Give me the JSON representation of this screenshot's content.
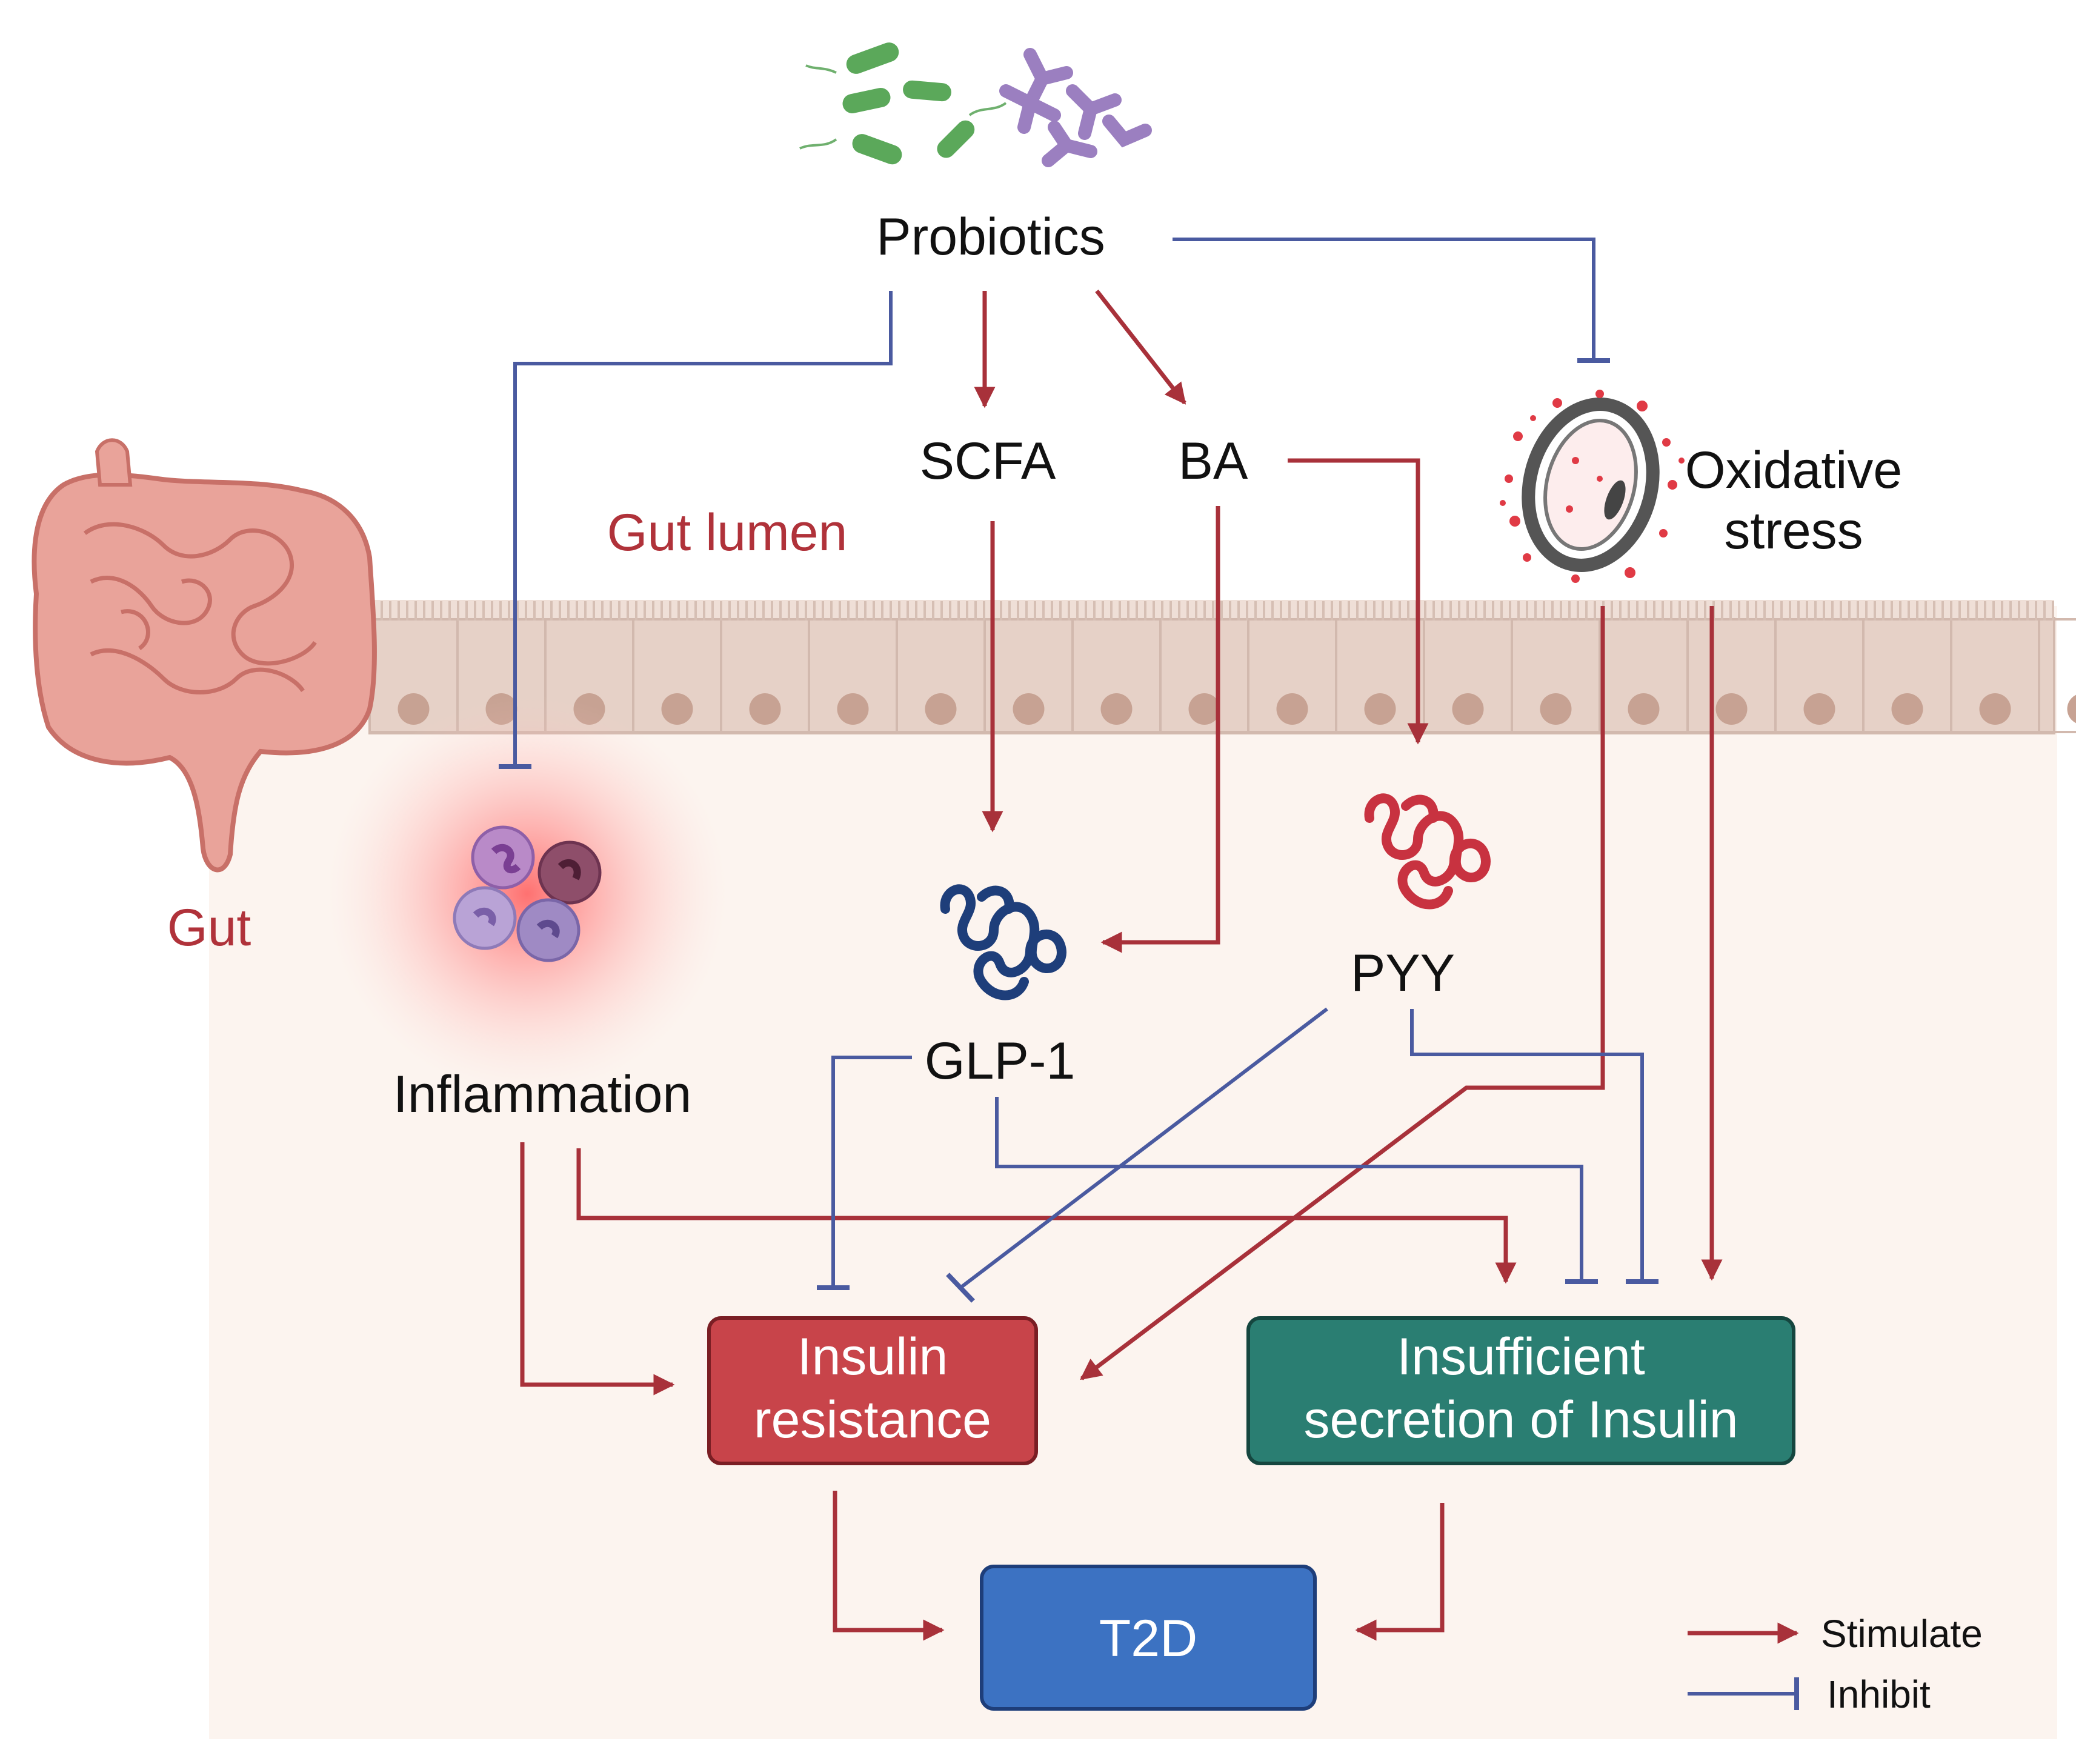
{
  "labels": {
    "probiotics": "Probiotics",
    "scfa": "SCFA",
    "ba": "BA",
    "oxidative_line1": "Oxidative",
    "oxidative_line2": "stress",
    "gut_lumen": "Gut lumen",
    "gut": "Gut",
    "inflammation": "Inflammation",
    "glp1": "GLP-1",
    "pyy": "PYY"
  },
  "boxes": {
    "insulin_resistance": {
      "line1": "Insulin",
      "line2": "resistance"
    },
    "insufficient_secretion": {
      "line1": "Insufficient",
      "line2": "secretion of Insulin"
    },
    "t2d": {
      "label": "T2D"
    }
  },
  "legend": {
    "stimulate": "Stimulate",
    "inhibit": "Inhibit"
  },
  "colors": {
    "stimulate": "#A8313A",
    "inhibit": "#4A5AA0",
    "insulin_resistance_box": "#C8444A",
    "insufficient_secretion_box": "#2A7E72",
    "t2d_box": "#3C72C2",
    "label_red": "#B0323A",
    "tissue_bg": "#FCF4EF",
    "epithelium": "#E6D1C7"
  },
  "icons": [
    "bacteria-icon",
    "intestine-icon",
    "oxidized-cell-icon",
    "immune-cells-icon",
    "glp1-peptide-icon",
    "pyy-peptide-icon"
  ]
}
